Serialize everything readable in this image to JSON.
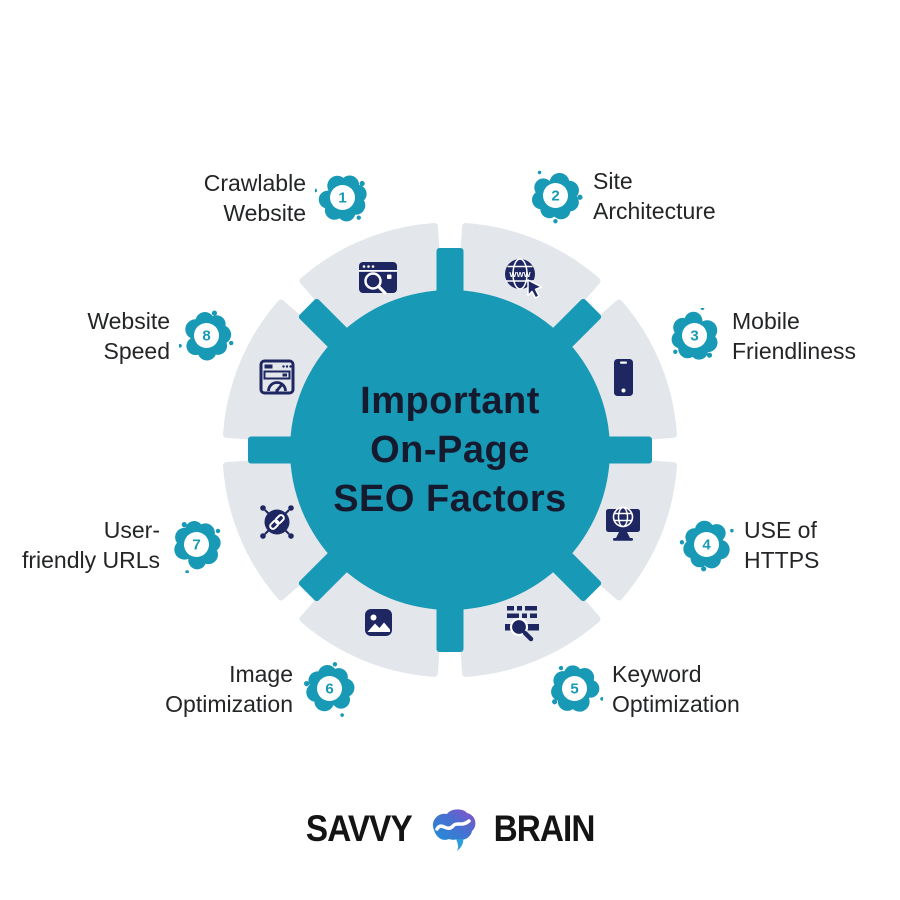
{
  "title": {
    "lines": [
      "Important",
      "On-Page",
      "SEO Factors"
    ]
  },
  "items": [
    {
      "number": "1",
      "lines": [
        "Crawlable",
        "Website"
      ],
      "icon": "browser-search"
    },
    {
      "number": "2",
      "lines": [
        "Site",
        "Architecture"
      ],
      "icon": "www-globe-cursor"
    },
    {
      "number": "3",
      "lines": [
        "Mobile",
        "Friendliness"
      ],
      "icon": "smartphone"
    },
    {
      "number": "4",
      "lines": [
        "USE of",
        "HTTPS"
      ],
      "icon": "monitor-globe"
    },
    {
      "number": "5",
      "lines": [
        "Keyword",
        "Optimization"
      ],
      "icon": "keyword-search"
    },
    {
      "number": "6",
      "lines": [
        "Image",
        "Optimization"
      ],
      "icon": "image"
    },
    {
      "number": "7",
      "lines": [
        "User-",
        "friendly URLs"
      ],
      "icon": "link-network"
    },
    {
      "number": "8",
      "lines": [
        "Website",
        "Speed"
      ],
      "icon": "speedometer-browser"
    }
  ],
  "logo": {
    "left": "SAVVY",
    "right": "BRAIN"
  },
  "colors": {
    "teal": "#1899b5",
    "navy_icon": "#1e2761",
    "wedge_gray": "#e3e7eb",
    "title_text": "#161a2e",
    "label_text": "#232527",
    "logo_text": "#141414",
    "brain_purple": "#8b4fc9",
    "brain_blue": "#1f8fd6"
  }
}
